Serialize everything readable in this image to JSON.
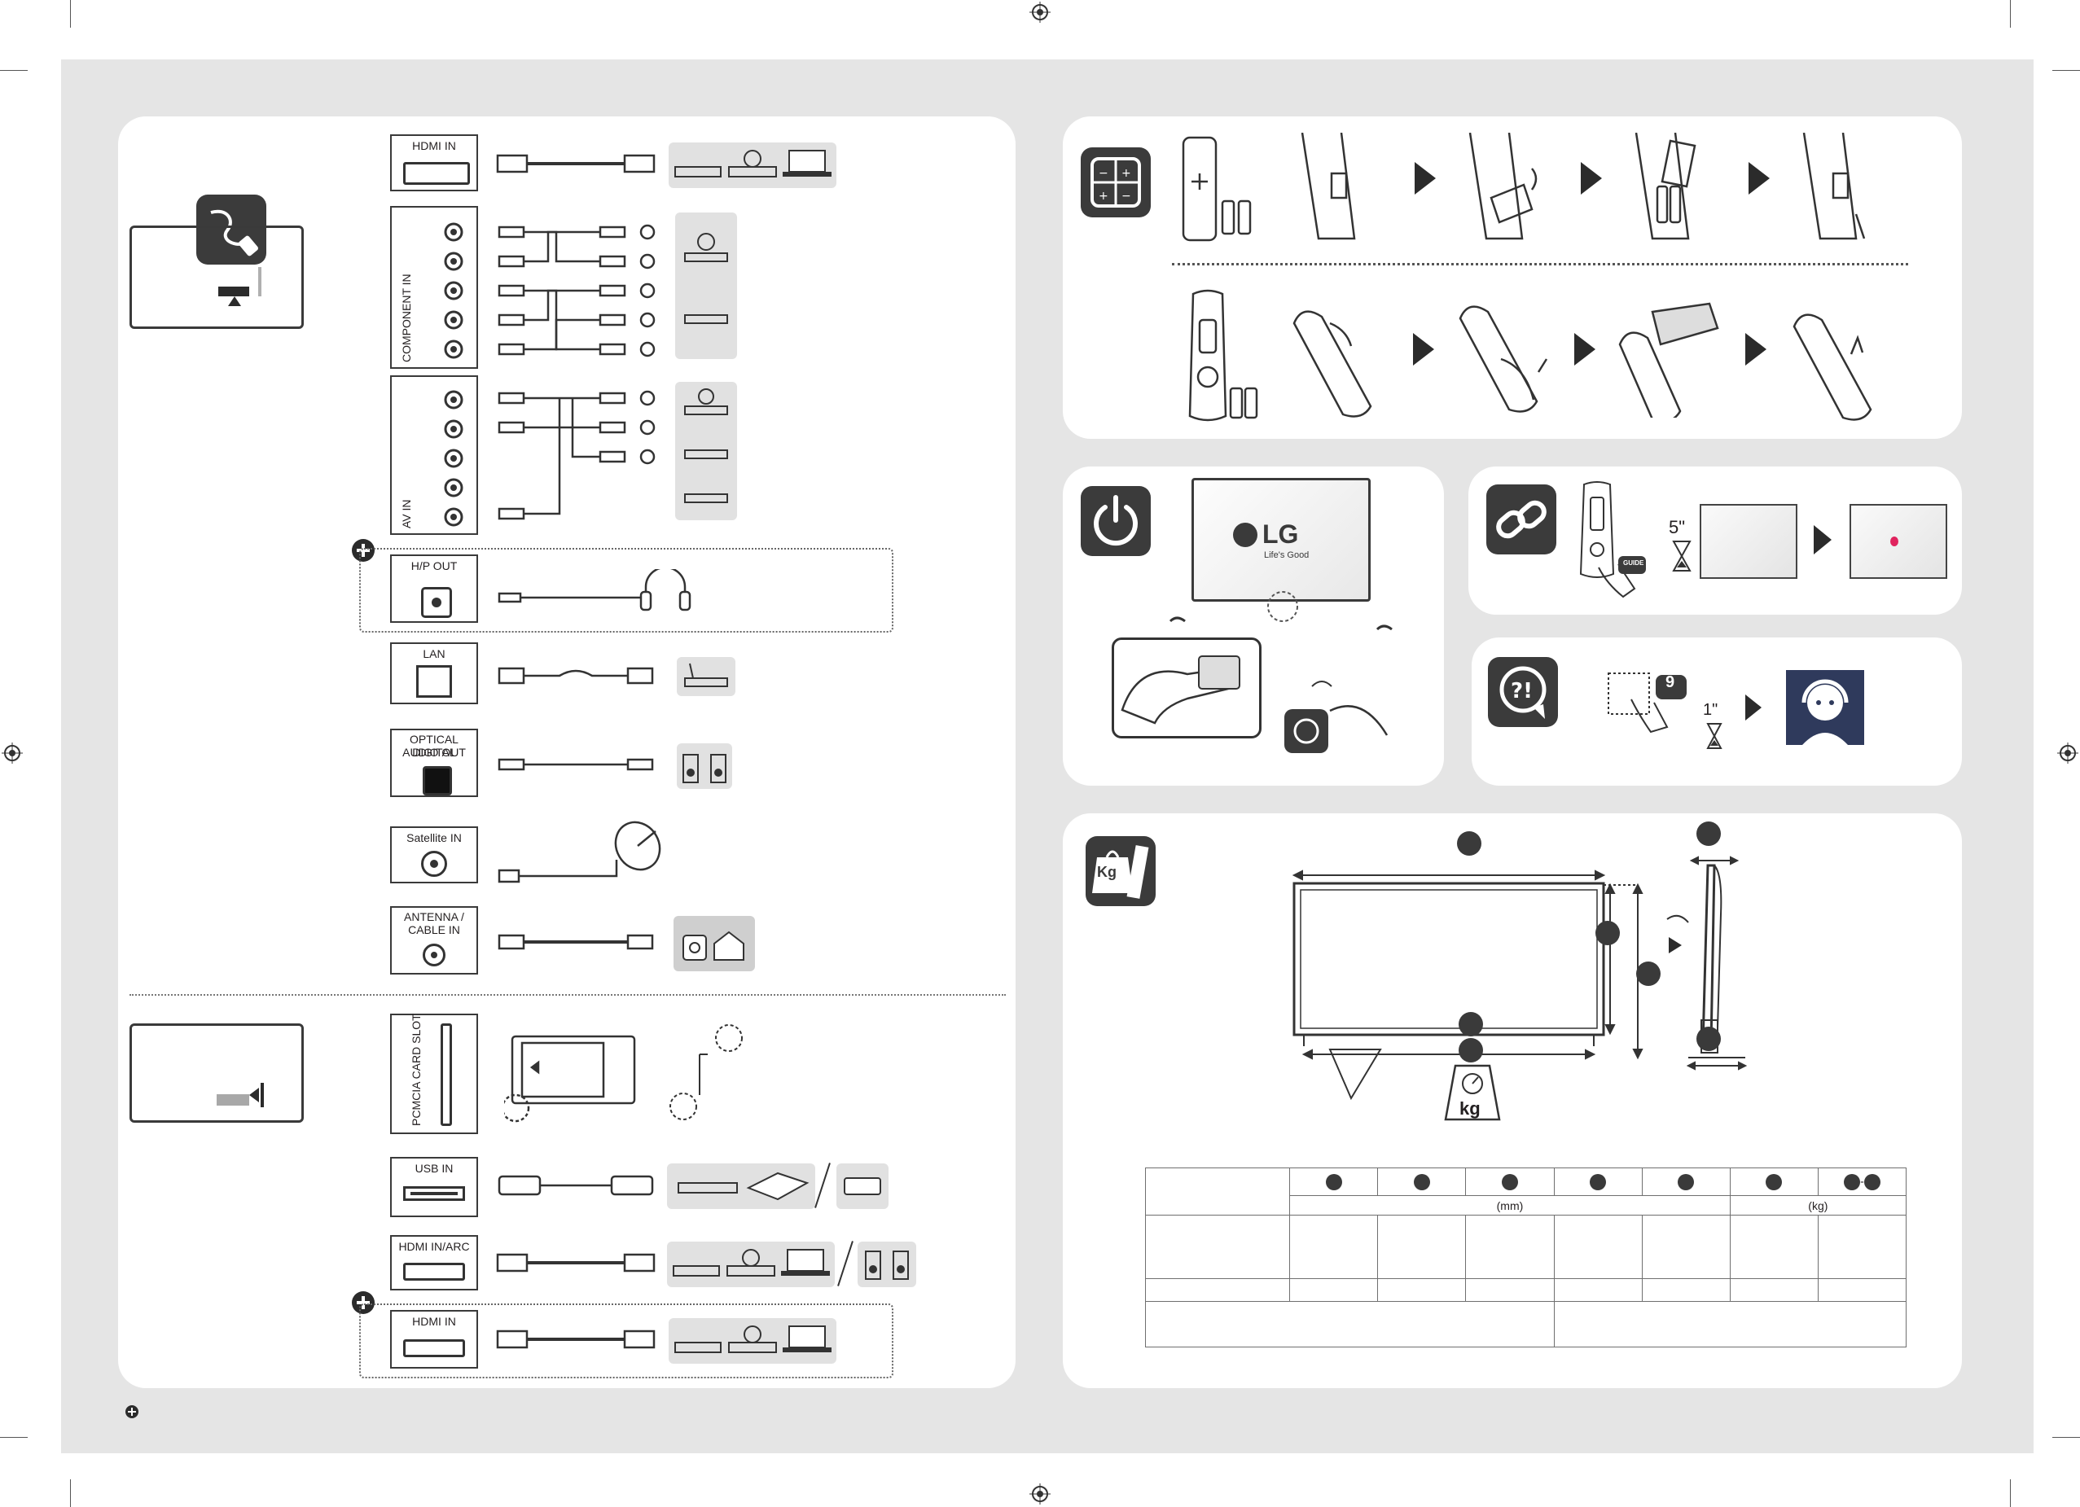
{
  "ports": {
    "hdmi_in": "HDMI IN",
    "component_in": "COMPONENT IN",
    "av_in": "AV IN",
    "hp_out": "H/P OUT",
    "lan": "LAN",
    "optical_line1": "OPTICAL DIGITAL",
    "optical_line2": "AUDIO OUT",
    "satellite_in": "Satellite IN",
    "antenna_line1": "ANTENNA /",
    "antenna_line2": "CABLE IN",
    "pcmcia": "PCMCIA CARD SLOT",
    "usb_in": "USB IN",
    "hdmi_arc": "HDMI IN/ARC",
    "hdmi_in_2": "HDMI IN"
  },
  "power_panel": {
    "logo_text": "LG",
    "slogan": "Life's Good"
  },
  "pairing_panel": {
    "wait_label": "5\"",
    "guide_button": "GUIDE"
  },
  "support_panel": {
    "wait_label": "1\"",
    "key_label": "9"
  },
  "dimensions_panel": {
    "scale_label": "kg",
    "icon_label": "Kg"
  },
  "spec_table": {
    "unit_mm": "(mm)",
    "unit_kg": "(kg)",
    "separator": "-"
  },
  "colors": {
    "sheet_background": "#e5e5e5",
    "panel_background": "#ffffff",
    "icon_tile": "#3b3b3b",
    "support_avatar": "#2f3a5c",
    "pairing_dot": "#e0245e"
  },
  "icons": {
    "cable_icon": "cable-plug-icon",
    "remote_icon": "remote-batteries-icon",
    "power_icon": "power-icon",
    "link_icon": "link-icon",
    "help_icon": "question-chat-icon",
    "weight_icon": "weight-ruler-icon"
  }
}
